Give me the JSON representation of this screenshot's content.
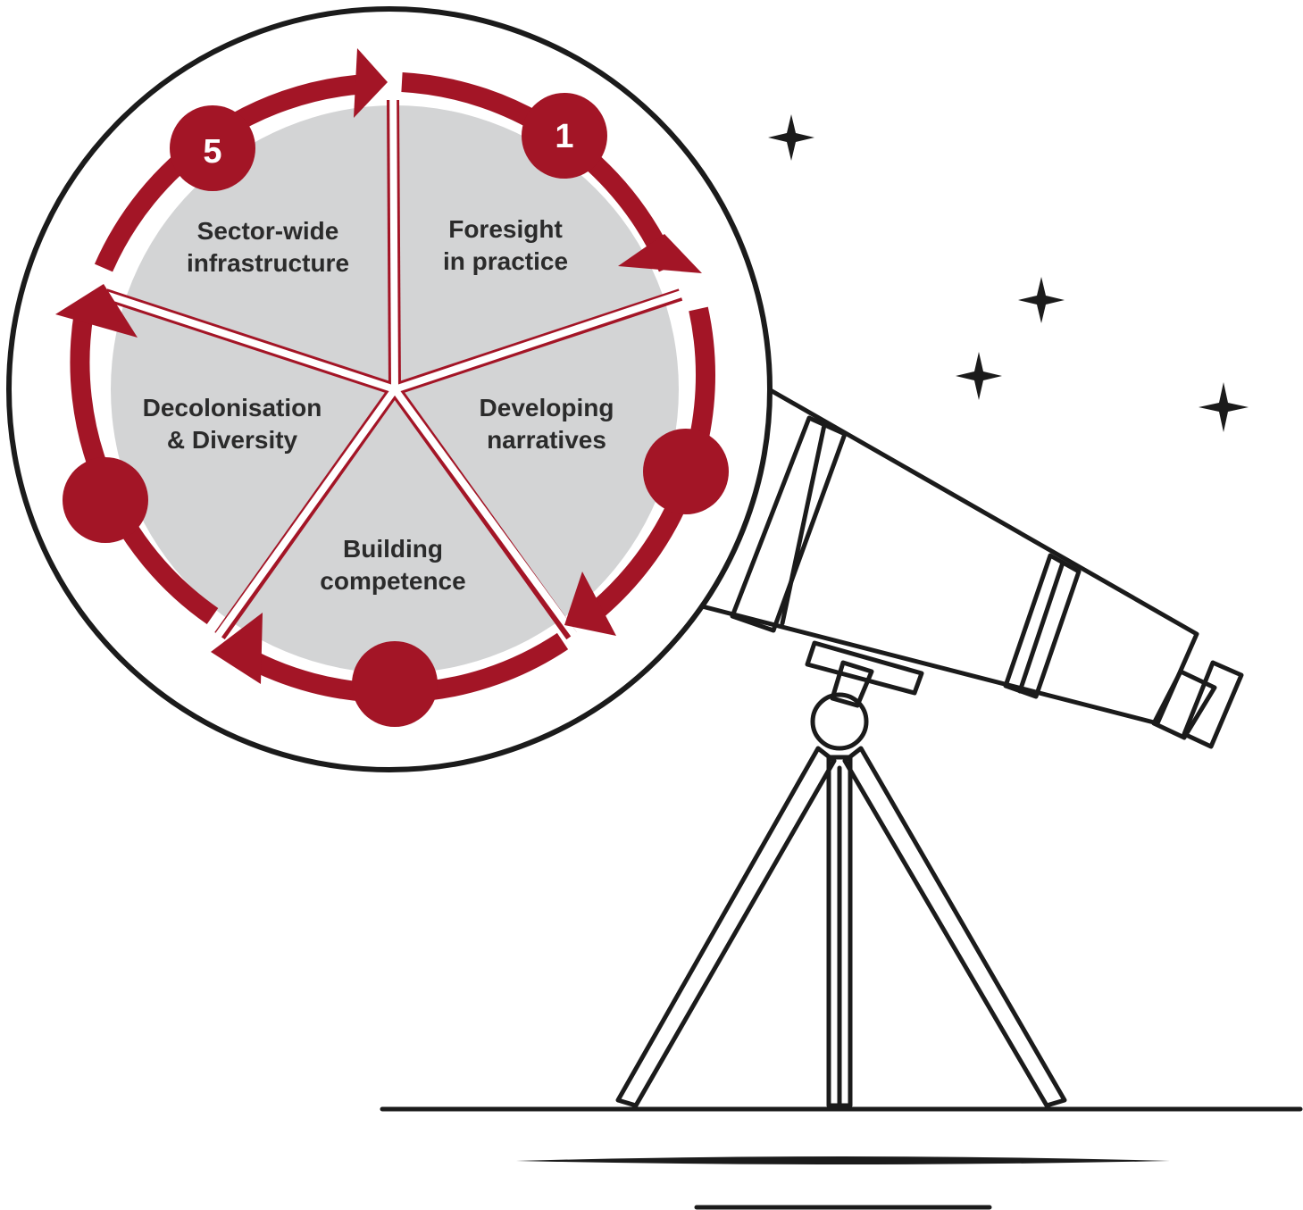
{
  "colors": {
    "accent": "#a31526",
    "segment_fill": "#d3d4d5",
    "ink": "#1b1b1b",
    "label_text": "#2b2b2b"
  },
  "cycle": {
    "steps": [
      {
        "number": "1",
        "line1": "Foresight",
        "line2": "in practice"
      },
      {
        "number": "",
        "line1": "Developing",
        "line2": "narratives"
      },
      {
        "number": "",
        "line1": "Building",
        "line2": "competence"
      },
      {
        "number": "",
        "line1": "Decolonisation",
        "line2": "& Diversity"
      },
      {
        "number": "5",
        "line1": "Sector-wide",
        "line2": "infrastructure"
      }
    ]
  },
  "icons": [
    "telescope-icon",
    "sparkle-star-icon"
  ]
}
